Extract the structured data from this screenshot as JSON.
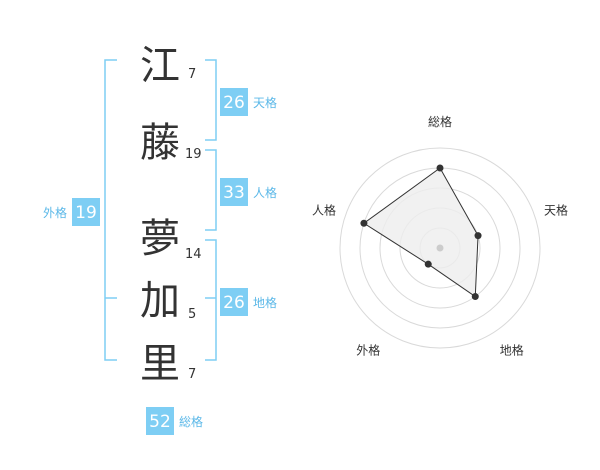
{
  "name": {
    "characters": [
      {
        "char": "江",
        "strokes": "7"
      },
      {
        "char": "藤",
        "strokes": "19"
      },
      {
        "char": "夢",
        "strokes": "14"
      },
      {
        "char": "加",
        "strokes": "5"
      },
      {
        "char": "里",
        "strokes": "7"
      }
    ]
  },
  "kaku": {
    "tenkaku": {
      "value": "26",
      "label": "天格"
    },
    "jinkaku": {
      "value": "33",
      "label": "人格"
    },
    "chikaku": {
      "value": "26",
      "label": "地格"
    },
    "gaikaku": {
      "value": "19",
      "label": "外格"
    },
    "soukaku": {
      "value": "52",
      "label": "総格"
    }
  },
  "colors": {
    "accent": "#7ecef4",
    "bracket": "#7ecef4",
    "label": "#5bb8e8",
    "text": "#333333",
    "radar_fill": "#eeeeee",
    "radar_line": "#333333",
    "radar_grid": "#d9d9d9"
  },
  "chart_data": {
    "type": "radar",
    "categories": [
      "総格",
      "天格",
      "地格",
      "外格",
      "人格"
    ],
    "values": [
      4,
      2,
      3,
      1,
      4
    ],
    "range": [
      0,
      5
    ],
    "grid_rings": 5,
    "grid": true
  }
}
